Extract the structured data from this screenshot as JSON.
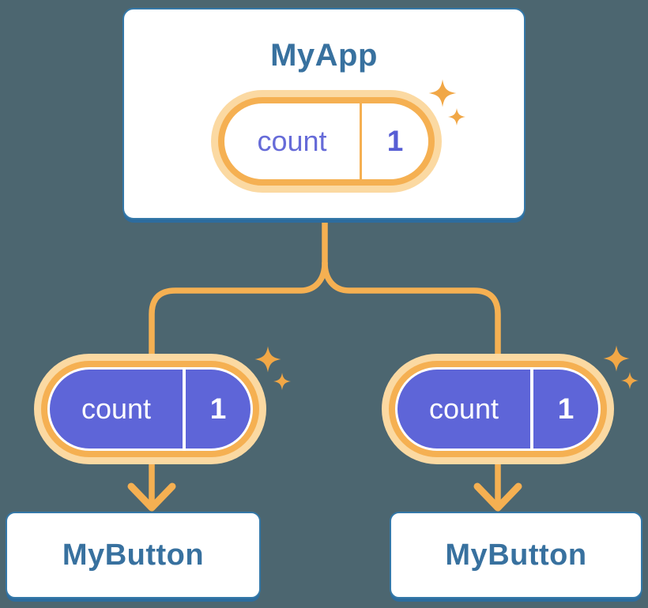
{
  "diagram": {
    "description": "React component tree passing state down as props",
    "colors": {
      "background": "#4C6670",
      "card_fill": "#FFFFFF",
      "card_border_blue": "#3478A8",
      "card_shadow_blue": "#2D6C9E",
      "title_text_blue": "#38719F",
      "connector_orange": "#F5B052",
      "pill_ring_orange": "#F5B052",
      "pill_halo_orange": "#FBD9A2",
      "sparkle_orange": "#F1A746",
      "prop_pill_purple": "#5E65D8",
      "state_text_purple": "#666BD8",
      "state_value_purple": "#575ED4"
    },
    "icons": {
      "sparkle": "sparkles-icon",
      "arrow": "arrow-down-icon"
    },
    "app": {
      "title": "MyApp",
      "state": {
        "name": "count",
        "value": "1"
      }
    },
    "children": [
      {
        "title": "MyButton",
        "prop": {
          "name": "count",
          "value": "1"
        }
      },
      {
        "title": "MyButton",
        "prop": {
          "name": "count",
          "value": "1"
        }
      }
    ]
  }
}
